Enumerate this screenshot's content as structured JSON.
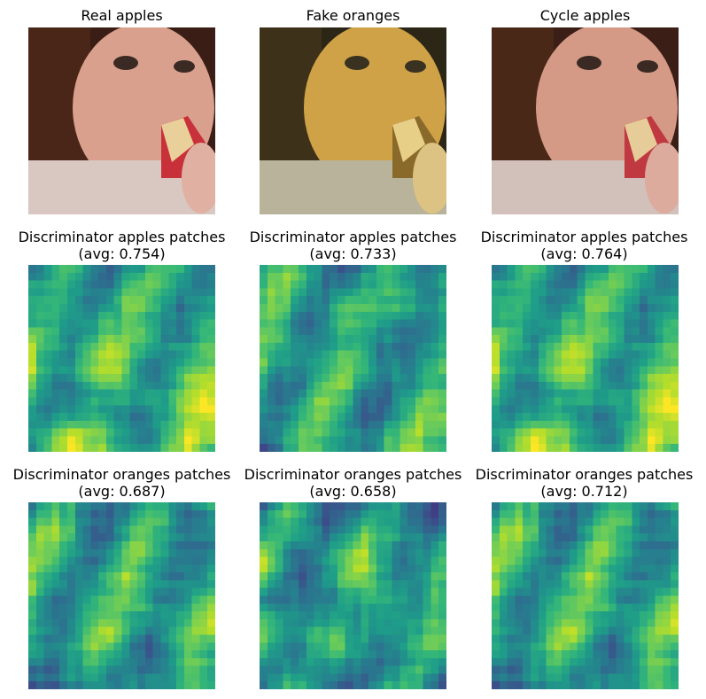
{
  "figure": {
    "rows": [
      {
        "kind": "photo",
        "panels": [
          {
            "title_line1": "Real apples",
            "title_line2": "",
            "tint": "#c8604a"
          },
          {
            "title_line1": "Fake oranges",
            "title_line2": "",
            "tint": "#c9a13a"
          },
          {
            "title_line1": "Cycle apples",
            "title_line2": "",
            "tint": "#c56a55"
          }
        ]
      },
      {
        "kind": "heatmap",
        "panels": [
          {
            "title_line1": "Discriminator apples patches",
            "title_line2": "(avg: 0.754)",
            "avg": 0.754
          },
          {
            "title_line1": "Discriminator apples patches",
            "title_line2": "(avg: 0.733)",
            "avg": 0.733
          },
          {
            "title_line1": "Discriminator apples patches",
            "title_line2": "(avg: 0.764)",
            "avg": 0.764
          }
        ]
      },
      {
        "kind": "heatmap",
        "panels": [
          {
            "title_line1": "Discriminator oranges patches",
            "title_line2": "(avg: 0.687)",
            "avg": 0.687
          },
          {
            "title_line1": "Discriminator oranges patches",
            "title_line2": "(avg: 0.658)",
            "avg": 0.658
          },
          {
            "title_line1": "Discriminator oranges patches",
            "title_line2": "(avg: 0.712)",
            "avg": 0.712
          }
        ]
      }
    ],
    "colormap": "viridis"
  }
}
